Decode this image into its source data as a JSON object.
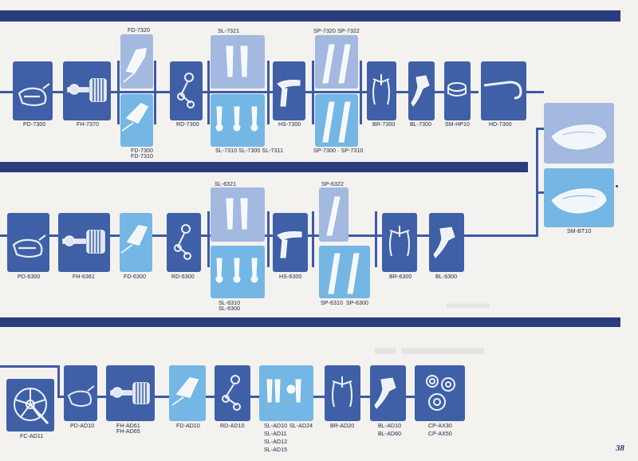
{
  "page_number": "38",
  "colors": {
    "band": "#2a3d7c",
    "line": "#3d5aa8",
    "dark_box": "#3f60a6",
    "light_box": "#74b7e4",
    "pale_box": "#a3b9df"
  },
  "row1": {
    "labels": {
      "pd": "PD-7300",
      "fh": "FH-7370",
      "fd_top": "FD-7320",
      "fd_bottom_1": "FD-7300",
      "fd_bottom_2": "FD-7310",
      "rd": "RD-7300",
      "sl_top": "SL-7321",
      "sl_bottom": "SL-7310  SL-7300  SL-7311",
      "hs": "HS-7300",
      "sp_top": "SP-7320  SP-7322",
      "sp_bottom": "SP-7300 · SP-7310",
      "br": "BR-7300",
      "bl": "BL-7300",
      "sm": "SM-HP10",
      "hd": "HD-7300"
    }
  },
  "shared": {
    "bt": "SM-BT10"
  },
  "row2": {
    "labels": {
      "pd": "PD-6300",
      "fh": "FH-6361",
      "fd": "FD-6300",
      "rd": "RD-6300",
      "sl_top": "SL-6321",
      "sl_bottom_1": "SL-6310",
      "sl_bottom_2": "SL-6300",
      "hs": "HS-6300",
      "sp_top": "SP-6322",
      "sp_bottom_1": "SP-6310",
      "sp_bottom_2": "SP-6300",
      "br": "BR-6300",
      "bl": "BL-6300"
    }
  },
  "row3": {
    "labels": {
      "fc": "FC-AD11",
      "pd": "PD-AD10",
      "fh_1": "FH-AD61",
      "fh_2": "FH-AD65",
      "fd": "FD-AD10",
      "rd": "RD-AD10",
      "sl_1": "SL-AD10",
      "sl_1b": "SL-AD24",
      "sl_2": "SL-AD11",
      "sl_3": "SL-AD12",
      "sl_4": "SL-AD15",
      "br": "BR-AD20",
      "bl_1": "BL-AD10",
      "bl_2": "BL-AD60",
      "cp_1": "CP-AX30",
      "cp_2": "CP-AX50"
    }
  }
}
